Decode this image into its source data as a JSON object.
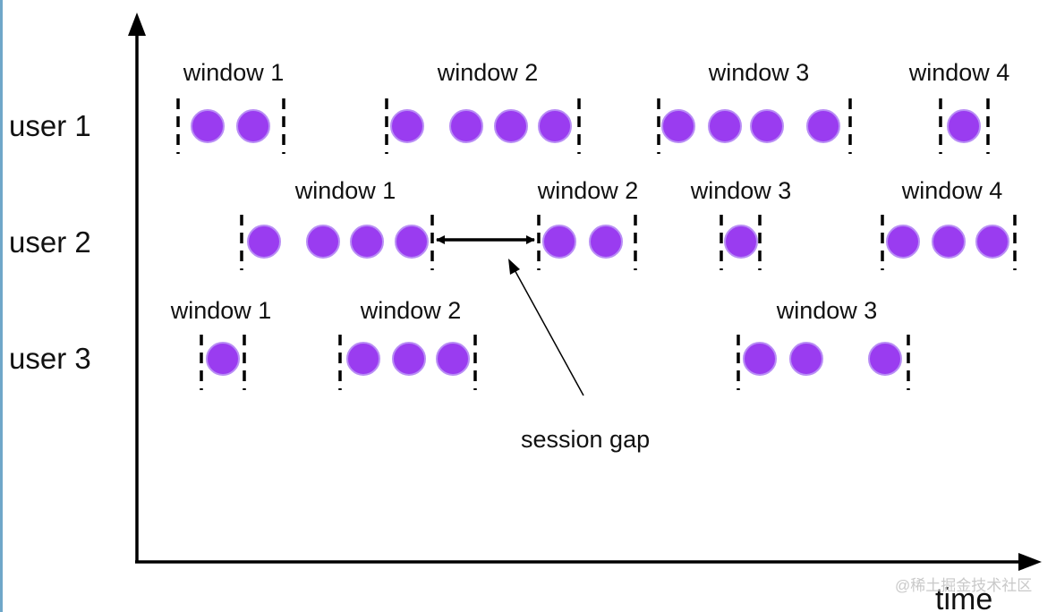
{
  "rows": [
    {
      "label": "user 1",
      "windows": [
        {
          "label": "window 1",
          "events": 2
        },
        {
          "label": "window 2",
          "events": 4
        },
        {
          "label": "window 3",
          "events": 4
        },
        {
          "label": "window 4",
          "events": 1
        }
      ]
    },
    {
      "label": "user 2",
      "windows": [
        {
          "label": "window 1",
          "events": 4
        },
        {
          "label": "window 2",
          "events": 2
        },
        {
          "label": "window 3",
          "events": 1
        },
        {
          "label": "window 4",
          "events": 3
        }
      ]
    },
    {
      "label": "user 3",
      "windows": [
        {
          "label": "window 1",
          "events": 1
        },
        {
          "label": "window 2",
          "events": 3
        },
        {
          "label": "window 3",
          "events": 3
        }
      ]
    }
  ],
  "annotation": {
    "label": "session gap"
  },
  "axis": {
    "x_label": "time"
  },
  "watermark": "@稀土掘金技术社区",
  "colors": {
    "event": "#9a3cf0",
    "event_stroke": "#b98ef5",
    "line": "#000000"
  }
}
